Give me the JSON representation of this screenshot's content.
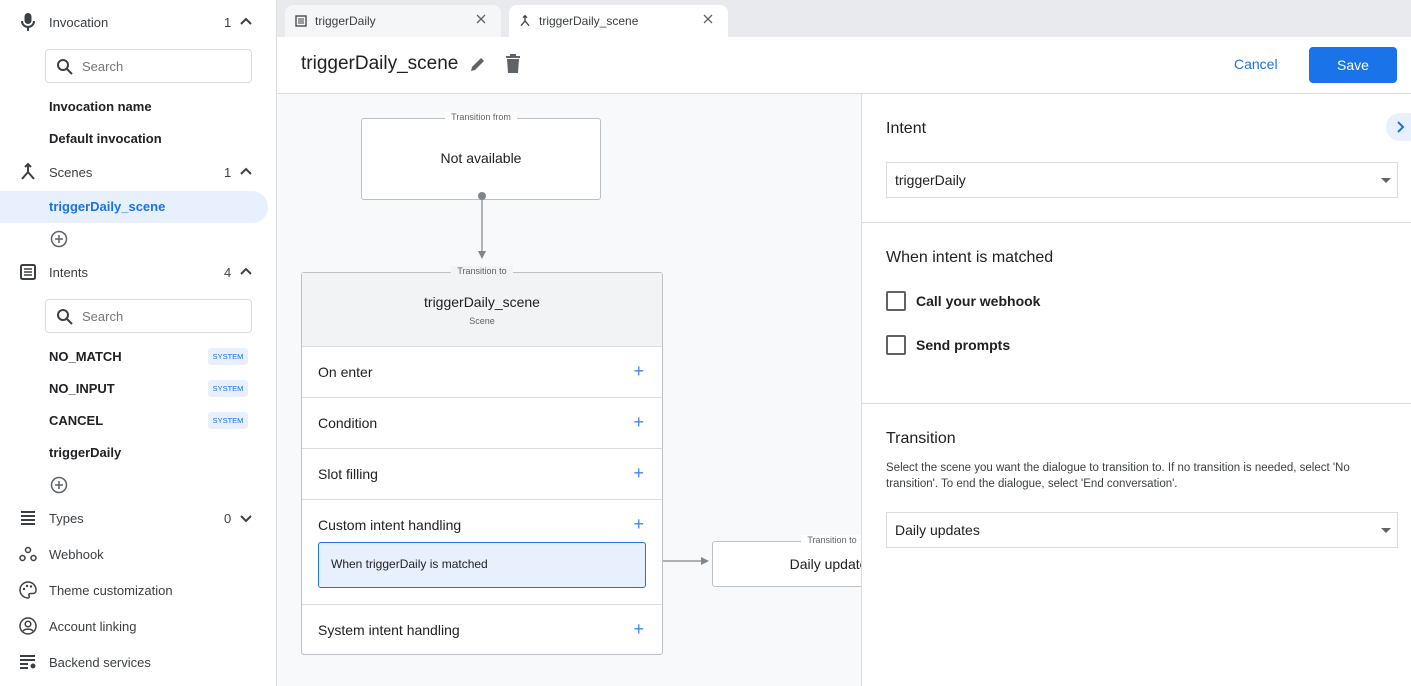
{
  "sidebar": {
    "invocation": {
      "label": "Invocation",
      "count": "1",
      "search_placeholder": "Search",
      "items": [
        "Invocation name",
        "Default invocation"
      ]
    },
    "scenes": {
      "label": "Scenes",
      "count": "1",
      "items": [
        "triggerDaily_scene"
      ],
      "selected": "triggerDaily_scene"
    },
    "intents": {
      "label": "Intents",
      "count": "4",
      "search_placeholder": "Search",
      "items": [
        {
          "label": "NO_MATCH",
          "badge": "SYSTEM"
        },
        {
          "label": "NO_INPUT",
          "badge": "SYSTEM"
        },
        {
          "label": "CANCEL",
          "badge": "SYSTEM"
        },
        {
          "label": "triggerDaily",
          "badge": null
        }
      ]
    },
    "types": {
      "label": "Types",
      "count": "0"
    },
    "webhook": {
      "label": "Webhook"
    },
    "theme": {
      "label": "Theme customization"
    },
    "account": {
      "label": "Account linking"
    },
    "backend": {
      "label": "Backend services"
    }
  },
  "tabs": [
    {
      "label": "triggerDaily",
      "icon": "intent-icon",
      "active": false
    },
    {
      "label": "triggerDaily_scene",
      "icon": "scene-icon",
      "active": true
    }
  ],
  "header": {
    "title": "triggerDaily_scene",
    "cancel_label": "Cancel",
    "save_label": "Save"
  },
  "canvas": {
    "from": {
      "legend": "Transition from",
      "value": "Not available"
    },
    "scene": {
      "legend": "Transition to",
      "name": "triggerDaily_scene",
      "subtitle": "Scene",
      "rows": [
        "On enter",
        "Condition",
        "Slot filling",
        "Custom intent handling",
        "System intent handling"
      ],
      "handler": "When triggerDaily is matched"
    },
    "to": {
      "legend": "Transition to",
      "value": "Daily updates"
    }
  },
  "panel": {
    "intent_title": "Intent",
    "intent_value": "triggerDaily",
    "matched_title": "When intent is matched",
    "webhook_label": "Call your webhook",
    "webhook_checked": false,
    "prompts_label": "Send prompts",
    "prompts_checked": false,
    "transition_title": "Transition",
    "transition_desc": "Select the scene you want the dialogue to transition to. If no transition is needed, select 'No transition'. To end the dialogue, select 'End conversation'.",
    "transition_value": "Daily updates"
  },
  "colors": {
    "accent": "#1a73e8",
    "selected_bg": "#e8f0fe",
    "canvas_bg": "#f8f9fa"
  }
}
